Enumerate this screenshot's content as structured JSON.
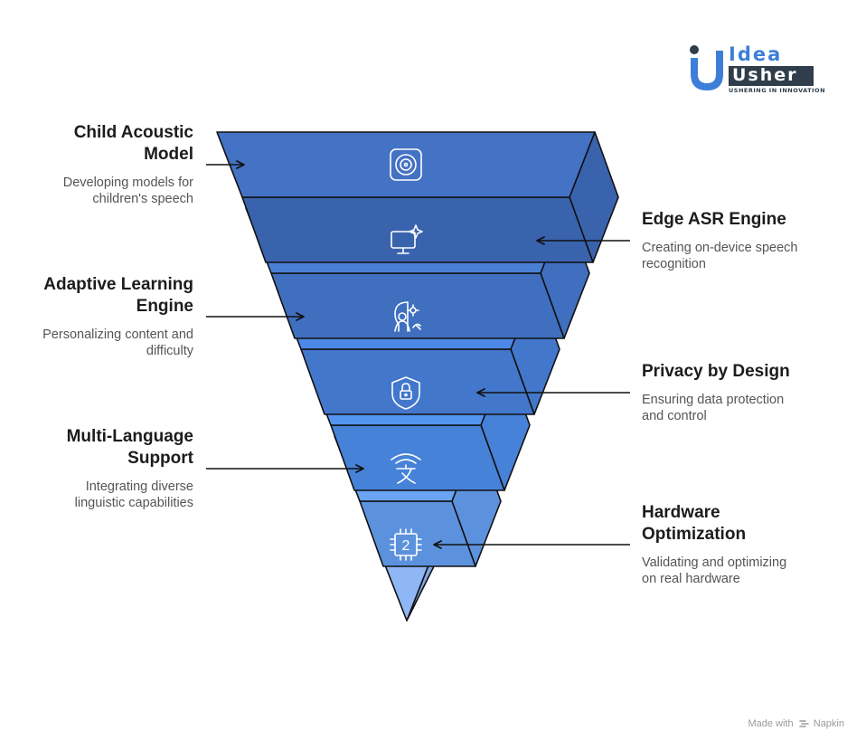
{
  "logo": {
    "word1": "Idea",
    "word2": "Usher",
    "tagline": "USHERING IN INNOVATION"
  },
  "layers": [
    {
      "title": "Child Acoustic Model",
      "title_lines": [
        "Child Acoustic",
        "Model"
      ],
      "desc_lines": [
        "Developing models for",
        "children's speech"
      ],
      "icon": "speaker-icon",
      "side": "left"
    },
    {
      "title": "Edge ASR Engine",
      "title_lines": [
        "Edge ASR Engine"
      ],
      "desc_lines": [
        "Creating on-device speech",
        "recognition"
      ],
      "icon": "monitor-sparkle-icon",
      "side": "right"
    },
    {
      "title": "Adaptive Learning Engine",
      "title_lines": [
        "Adaptive Learning",
        "Engine"
      ],
      "desc_lines": [
        "Personalizing content and",
        "difficulty"
      ],
      "icon": "head-gear-icon",
      "side": "left"
    },
    {
      "title": "Privacy by Design",
      "title_lines": [
        "Privacy by Design"
      ],
      "desc_lines": [
        "Ensuring data protection",
        "and control"
      ],
      "icon": "shield-lock-icon",
      "side": "right"
    },
    {
      "title": "Multi-Language Support",
      "title_lines": [
        "Multi-Language",
        "Support"
      ],
      "desc_lines": [
        "Integrating diverse",
        "linguistic capabilities"
      ],
      "icon": "translate-icon",
      "side": "left"
    },
    {
      "title": "Hardware Optimization",
      "title_lines": [
        "Hardware",
        "Optimization"
      ],
      "desc_lines": [
        "Validating and optimizing",
        "on real hardware"
      ],
      "icon": "chip-icon",
      "side": "right"
    }
  ],
  "chip_label": "2",
  "colors": {
    "front": [
      "#4472C4",
      "#4A7FD6",
      "#4C88E6",
      "#5294F0",
      "#6AA3F2",
      "#8FB6F5"
    ],
    "side": [
      "#3A63AE",
      "#3F6FBE",
      "#4277CB",
      "#4682D8",
      "#5C92DD",
      "#7EA6E4"
    ],
    "outline": "#111111",
    "logo_blue": "#3D7FD8",
    "logo_dark": "#2F3E4A"
  },
  "footer": {
    "made_with": "Made with",
    "brand": "Napkin"
  }
}
